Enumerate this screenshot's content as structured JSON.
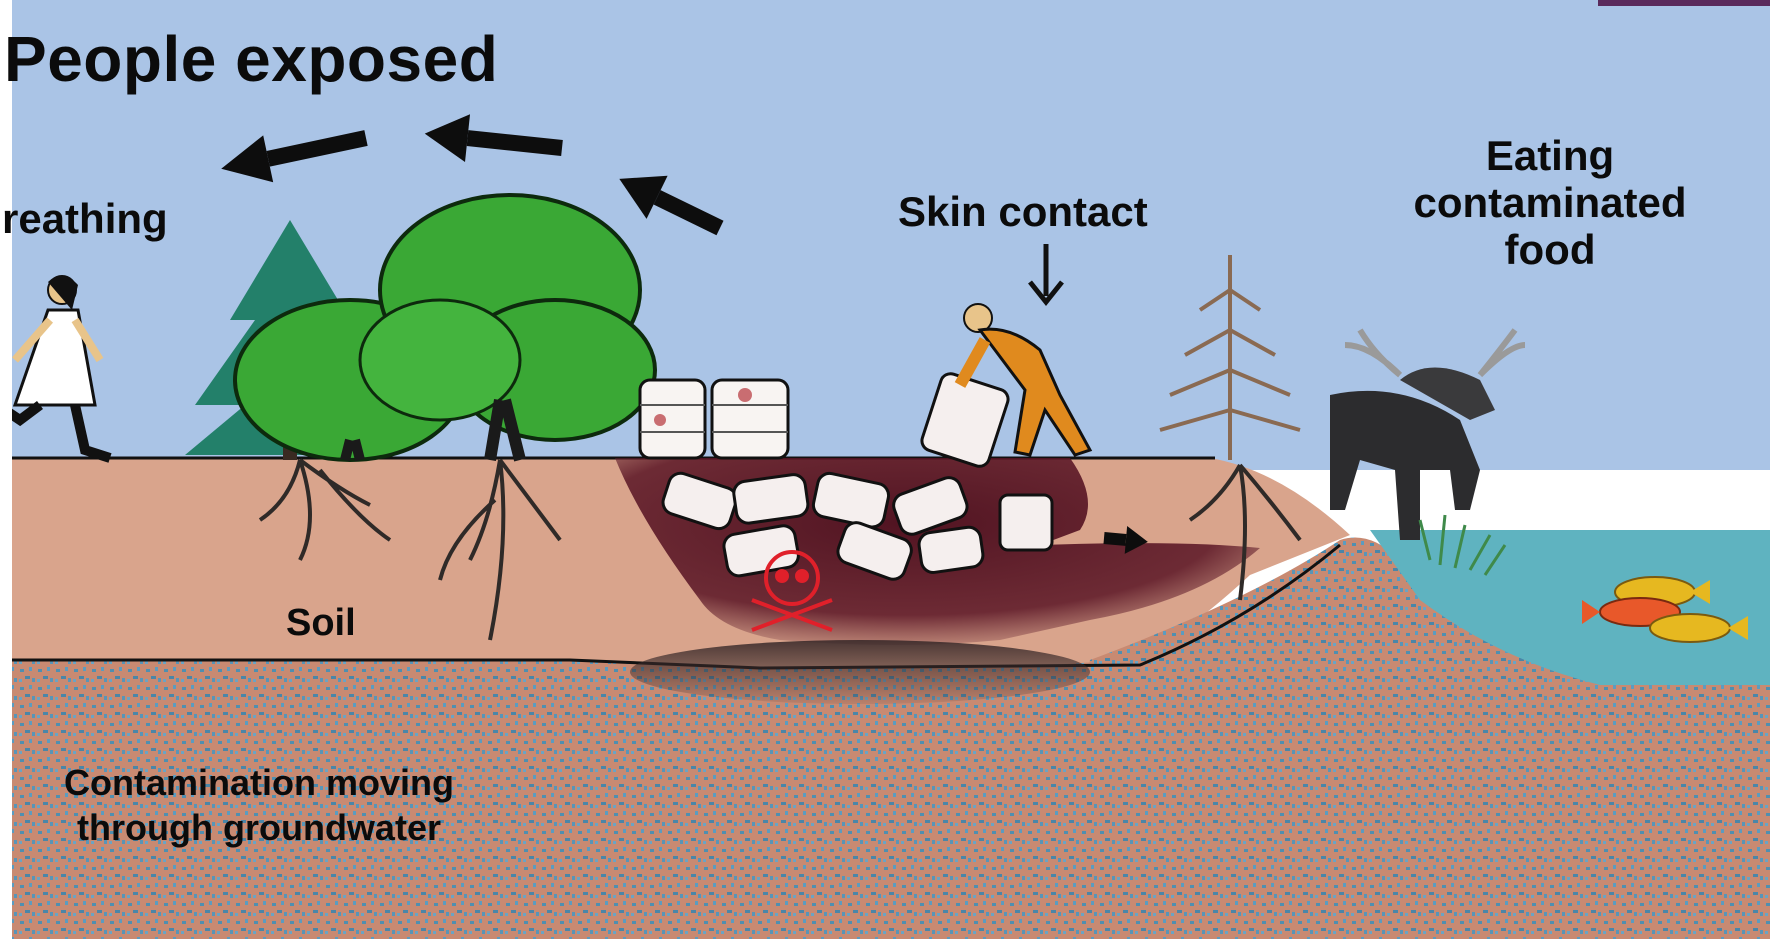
{
  "labels": {
    "title": "People exposed",
    "breathing": "reathing",
    "skin_contact": "Skin contact",
    "eating": "Eating contaminated food",
    "soil": "Soil",
    "groundwater": "Contamination moving through groundwater"
  },
  "colors": {
    "sky": "#aac4e6",
    "soil": "#d9a48c",
    "groundwater": "#c48870",
    "water": "#5fb3c0",
    "contamination": "#5a1525",
    "arrow": "#0d0d0d",
    "poison_symbol": "#e0202a",
    "tree_green": "#3aa835",
    "tree_dark": "#23806a",
    "worker": "#e08a1e",
    "moose": "#2c2c2e",
    "fish": "#e6b820"
  },
  "icons": [
    "running-person-icon",
    "conifer-tree-icon",
    "deciduous-tree-icon",
    "waste-barrel-icon",
    "worker-icon",
    "poison-skull-icon",
    "moose-icon",
    "fish-icon",
    "flow-arrow-icon"
  ]
}
